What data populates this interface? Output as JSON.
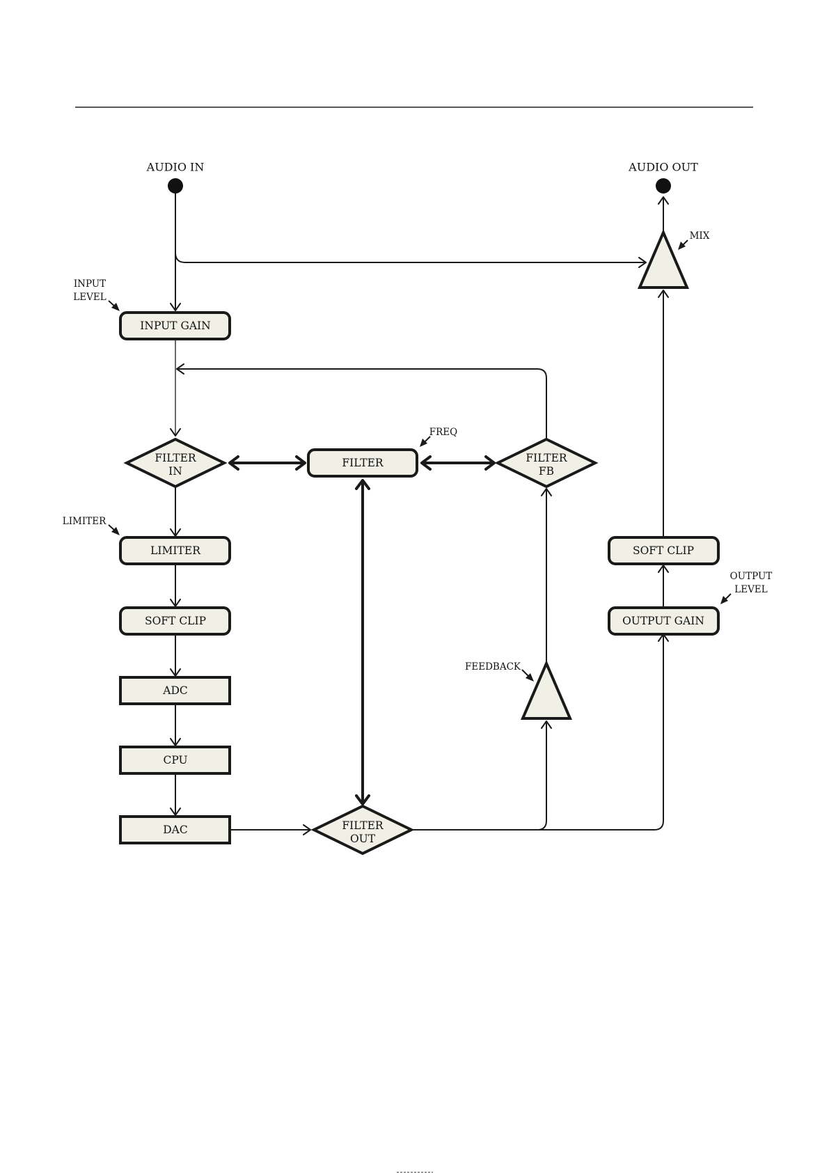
{
  "terminals": {
    "audio_in": "AUDIO IN",
    "audio_out": "AUDIO OUT"
  },
  "blocks": {
    "input_gain": "INPUT GAIN",
    "filter": "FILTER",
    "limiter": "LIMITER",
    "soft_clip_left": "SOFT CLIP",
    "adc": "ADC",
    "cpu": "CPU",
    "dac": "DAC",
    "soft_clip_right": "SOFT CLIP",
    "output_gain": "OUTPUT GAIN"
  },
  "switches": {
    "filter_in": [
      "FILTER",
      "IN"
    ],
    "filter_fb": [
      "FILTER",
      "FB"
    ],
    "filter_out": [
      "FILTER",
      "OUT"
    ]
  },
  "controls": {
    "input_level": [
      "INPUT",
      "LEVEL"
    ],
    "limiter": "LIMITER",
    "freq": "FREQ",
    "mix": "MIX",
    "output_level": [
      "OUTPUT",
      "LEVEL"
    ],
    "feedback": "FEEDBACK"
  }
}
